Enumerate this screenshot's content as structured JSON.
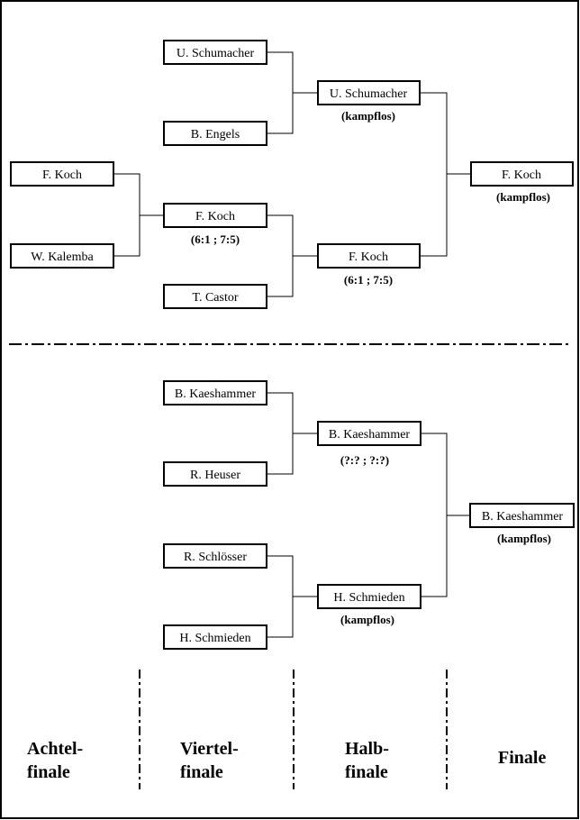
{
  "bracket_upper": {
    "round_of_16": [
      "F. Koch",
      "W. Kalemba"
    ],
    "quarter_finals": [
      "U. Schumacher",
      "B. Engels",
      "F. Koch",
      "T. Castor"
    ],
    "quarter_final_scores": [
      "",
      "",
      "(6:1 ; 7:5)",
      ""
    ],
    "semi_finals": [
      "U. Schumacher",
      "F. Koch"
    ],
    "semi_final_scores": [
      "(kampflos)",
      "(6:1 ; 7:5)"
    ],
    "final": "F. Koch",
    "final_score": "(kampflos)"
  },
  "bracket_lower": {
    "quarter_finals": [
      "B. Kaeshammer",
      "R. Heuser",
      "R. Schlösser",
      "H. Schmieden"
    ],
    "semi_finals": [
      "B. Kaeshammer",
      "H. Schmieden"
    ],
    "semi_final_scores": [
      "(?:? ; ?:?)",
      "(kampflos)"
    ],
    "final": "B. Kaeshammer",
    "final_score": "(kampflos)"
  },
  "rounds": [
    {
      "line1": "Achtel-",
      "line2": "finale"
    },
    {
      "line1": "Viertel-",
      "line2": "finale"
    },
    {
      "line1": "Halb-",
      "line2": "finale"
    },
    {
      "line1": "Finale",
      "line2": ""
    }
  ]
}
